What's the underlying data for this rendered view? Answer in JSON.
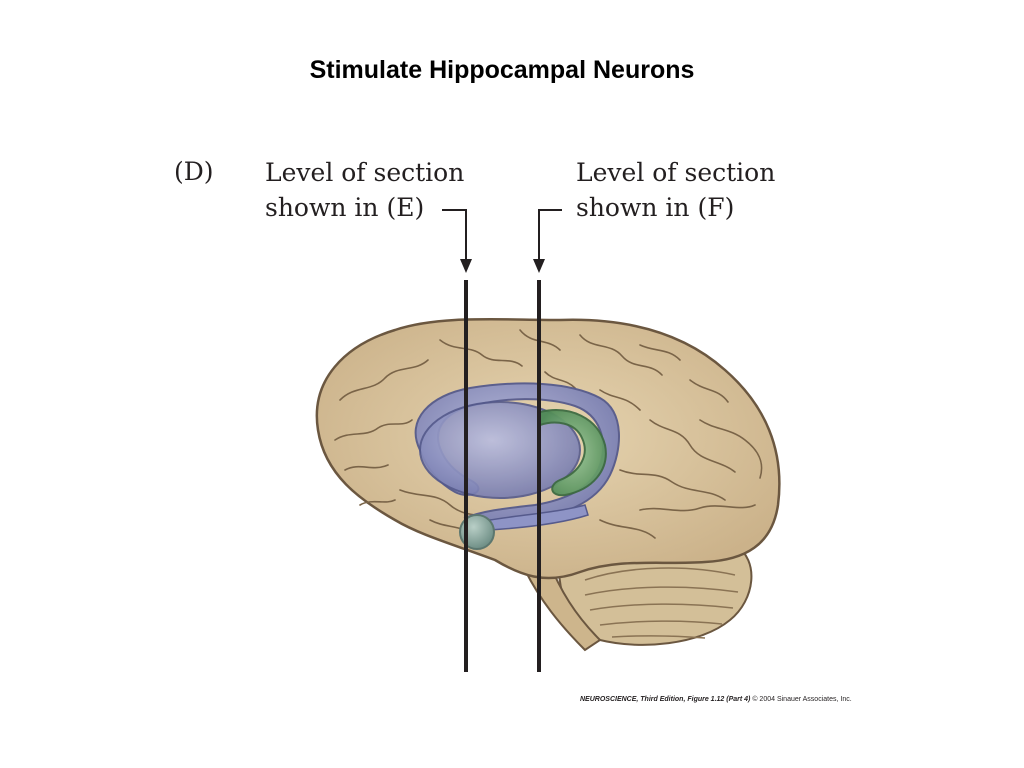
{
  "title": "Stimulate Hippocampal Neurons",
  "panel_label": "(D)",
  "section_e": {
    "line1": "Level of section",
    "line2": "shown in (E)"
  },
  "section_f": {
    "line1": "Level of section",
    "line2": "shown in (F)"
  },
  "credit": {
    "book": "NEUROSCIENCE, Third Edition,",
    "figure": "Figure 1.12 (Part 4)",
    "copyright": "© 2004 Sinauer Associates, Inc."
  },
  "colors": {
    "cortex": "#dcc7a0",
    "sulci": "#6b5740",
    "ventricle": "#8e94c6",
    "hippocampus": "#6fa06b",
    "amygdala": "#8ea9a0",
    "cerebellum": "#cdb893",
    "section_line": "#231f20"
  }
}
